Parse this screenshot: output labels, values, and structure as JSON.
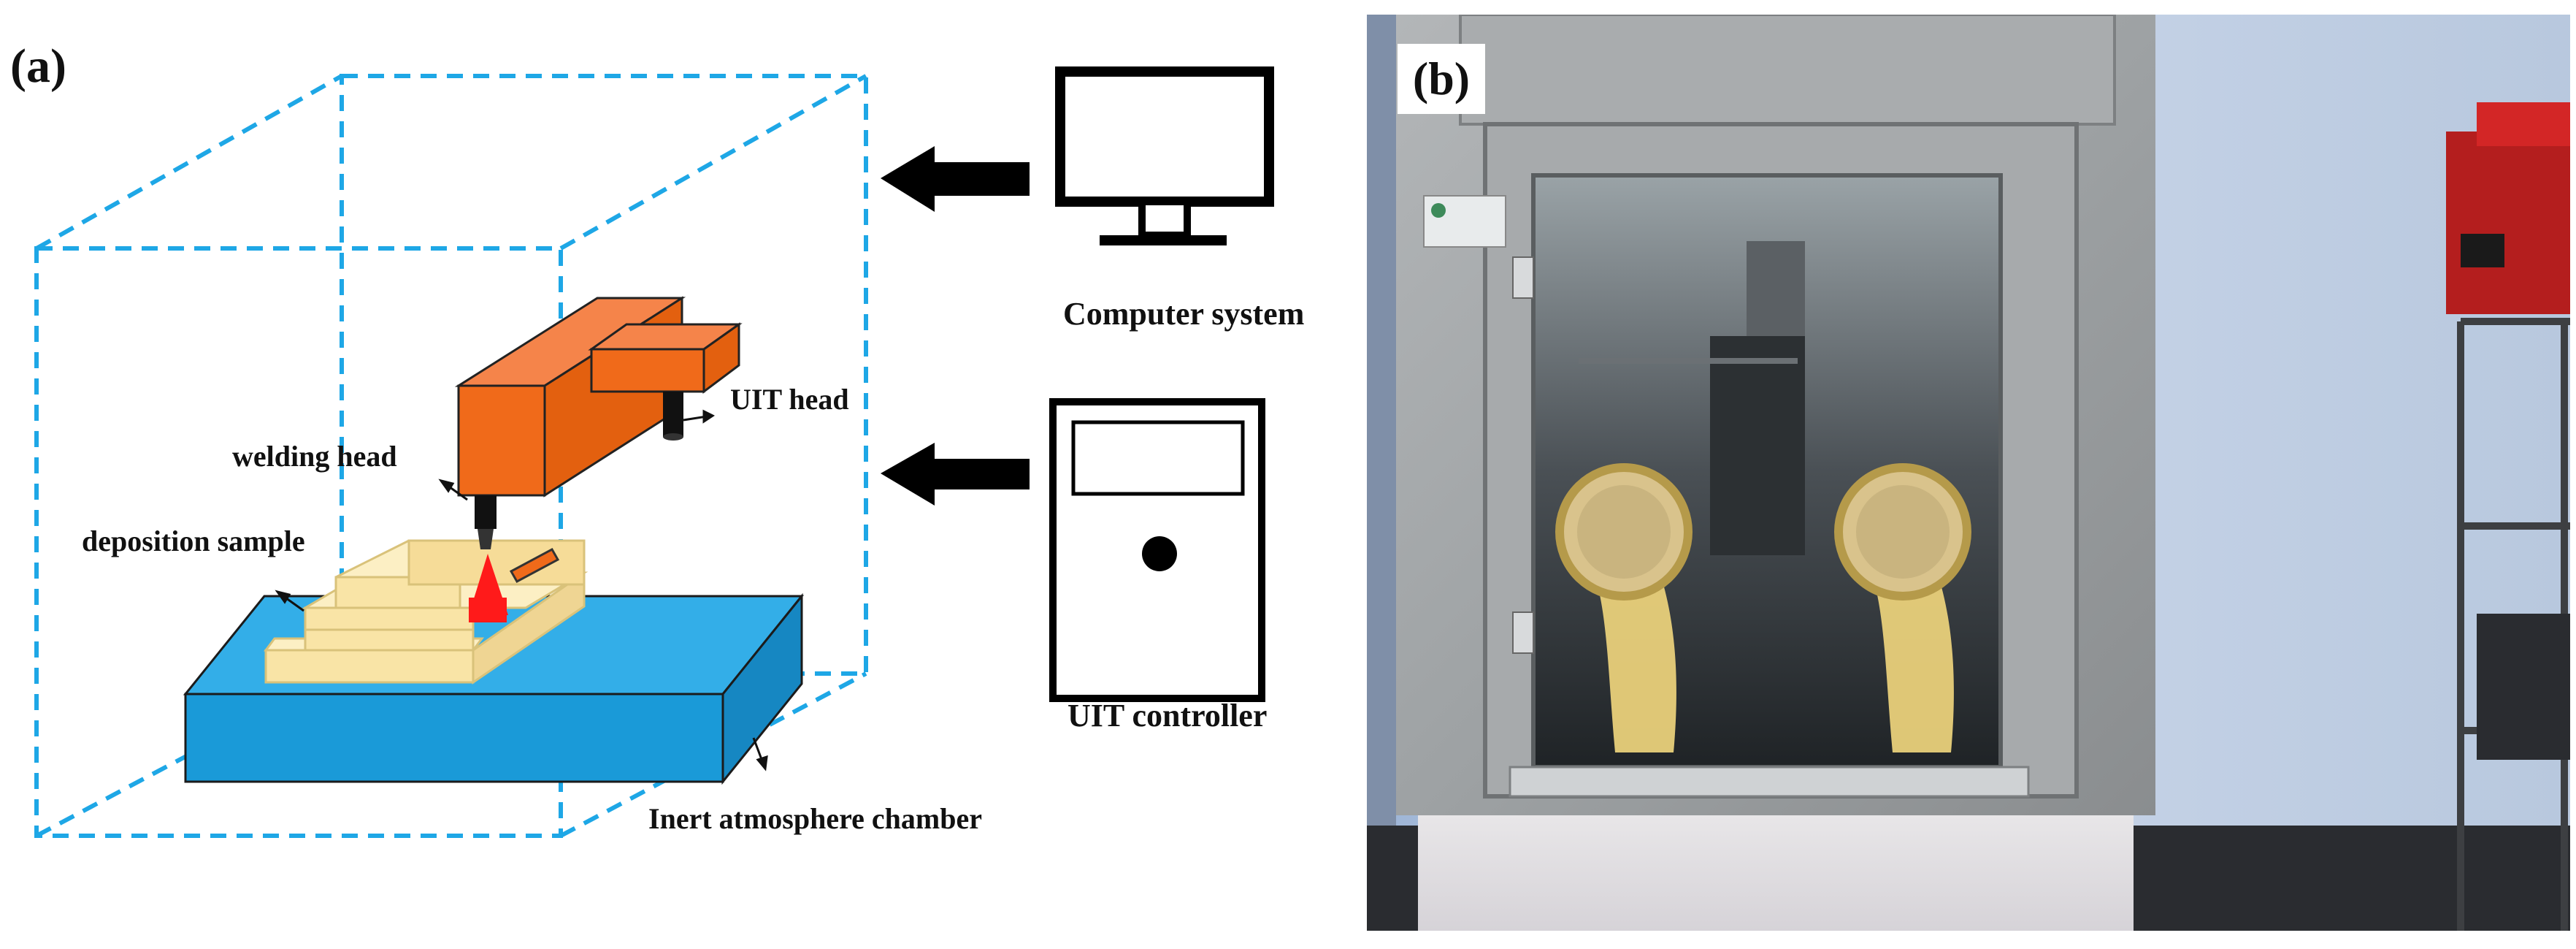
{
  "panel_a": {
    "label": "(a)",
    "labels": {
      "computer_system": "Computer system",
      "uit_controller": "UIT controller",
      "uit_head": "UIT head",
      "welding_head": "welding head",
      "deposition_sample": "deposition sample",
      "inert_chamber": "Inert atmosphere chamber"
    },
    "colors": {
      "chamber_dash": "#1ea7e6",
      "arm": "#f06a1a",
      "table": "#1a9ad8",
      "sample": "#f9e4a6",
      "arc": "#ff1a1a"
    }
  },
  "panel_b": {
    "label": "(b)"
  }
}
